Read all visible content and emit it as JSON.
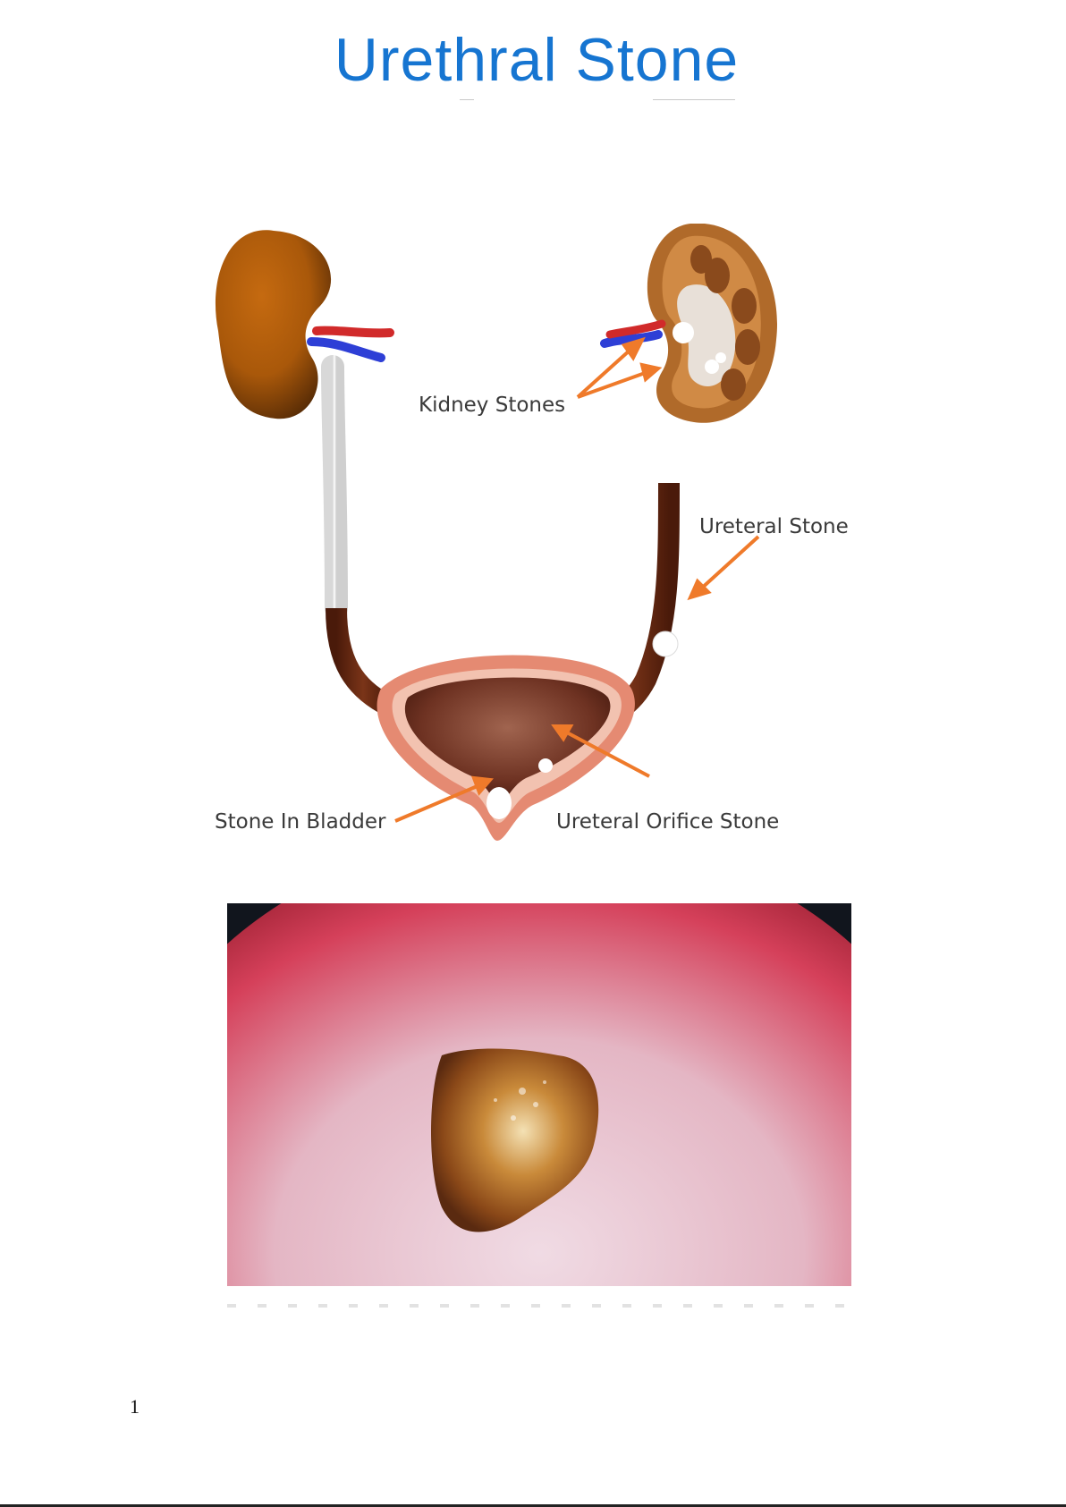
{
  "document": {
    "title": "Urethral Stone",
    "page_number": "1"
  },
  "diagram": {
    "labels": {
      "kidney_stones": "Kidney Stones",
      "ureteral_stone": "Ureteral Stone",
      "stone_in_bladder": "Stone In Bladder",
      "ureteral_orifice_stone": "Ureteral Orifice Stone"
    },
    "colors": {
      "kidney": "#a9580a",
      "ureter_upper": "#f4f4f4",
      "ureter_lower": "#6b2a14",
      "bladder_wall": "#e58a72",
      "bladder_inner": "#6e3222",
      "arrow": "#ef7a2a",
      "vein": "#2e3fd6",
      "artery": "#d12a2a"
    }
  },
  "colors": {
    "title": "#1675d1"
  }
}
